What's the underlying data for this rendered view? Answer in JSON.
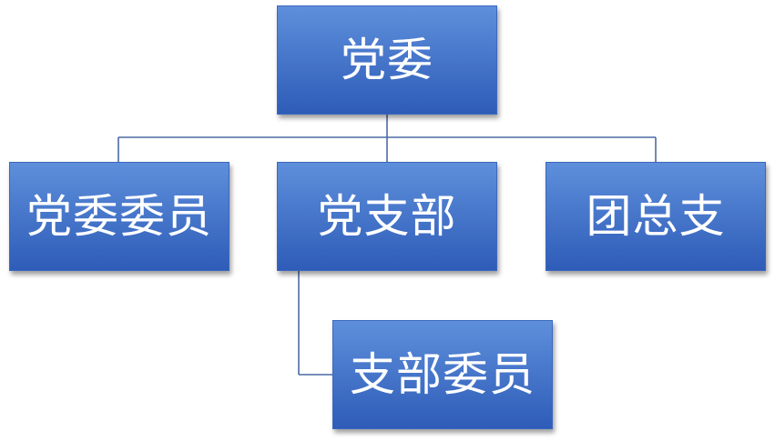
{
  "nodes": {
    "root": {
      "label": "党委"
    },
    "committee_members": {
      "label": "党委委员"
    },
    "party_branch": {
      "label": "党支部"
    },
    "youth_league": {
      "label": "团总支"
    },
    "branch_members": {
      "label": "支部委员"
    }
  },
  "edges": [
    {
      "from": "root",
      "to": "committee_members"
    },
    {
      "from": "root",
      "to": "party_branch"
    },
    {
      "from": "root",
      "to": "youth_league"
    },
    {
      "from": "party_branch",
      "to": "branch_members"
    }
  ],
  "colors": {
    "box_top": "#5e8fdb",
    "box_bottom": "#2e5cb8",
    "connector": "#4c6aa3",
    "text": "#ffffff",
    "background": "#ffffff"
  }
}
